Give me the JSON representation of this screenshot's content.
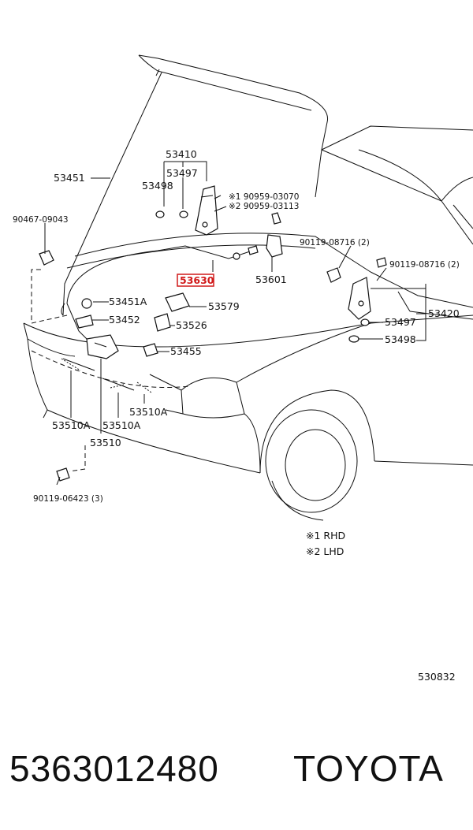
{
  "diagram": {
    "labels": {
      "l53410": "53410",
      "l53497a": "53497",
      "l53498a": "53498",
      "l53451": "53451",
      "l90467": "90467-09043",
      "n1": "※1 90959-03070",
      "n2": "※2 90959-03113",
      "l90119a": "90119-08716 (2)",
      "l90119b": "90119-08716 (2)",
      "l53630": "53630",
      "l53601": "53601",
      "l53451a": "53451A",
      "l53579": "53579",
      "l53452": "53452",
      "l53526": "53526",
      "l53455": "53455",
      "l53420": "53420",
      "l53497b": "53497",
      "l53498b": "53498",
      "l53510a1": "53510A",
      "l53510a2": "53510A",
      "l53510a3": "53510A",
      "l53510": "53510",
      "l90119c": "90119-06423 (3)",
      "rhd": "※1  RHD",
      "lhd": "※2  LHD",
      "code": "530832"
    },
    "highlight_color": "#d11a1a"
  },
  "footer": {
    "part_number": "5363012480",
    "brand": "TOYOTA"
  }
}
